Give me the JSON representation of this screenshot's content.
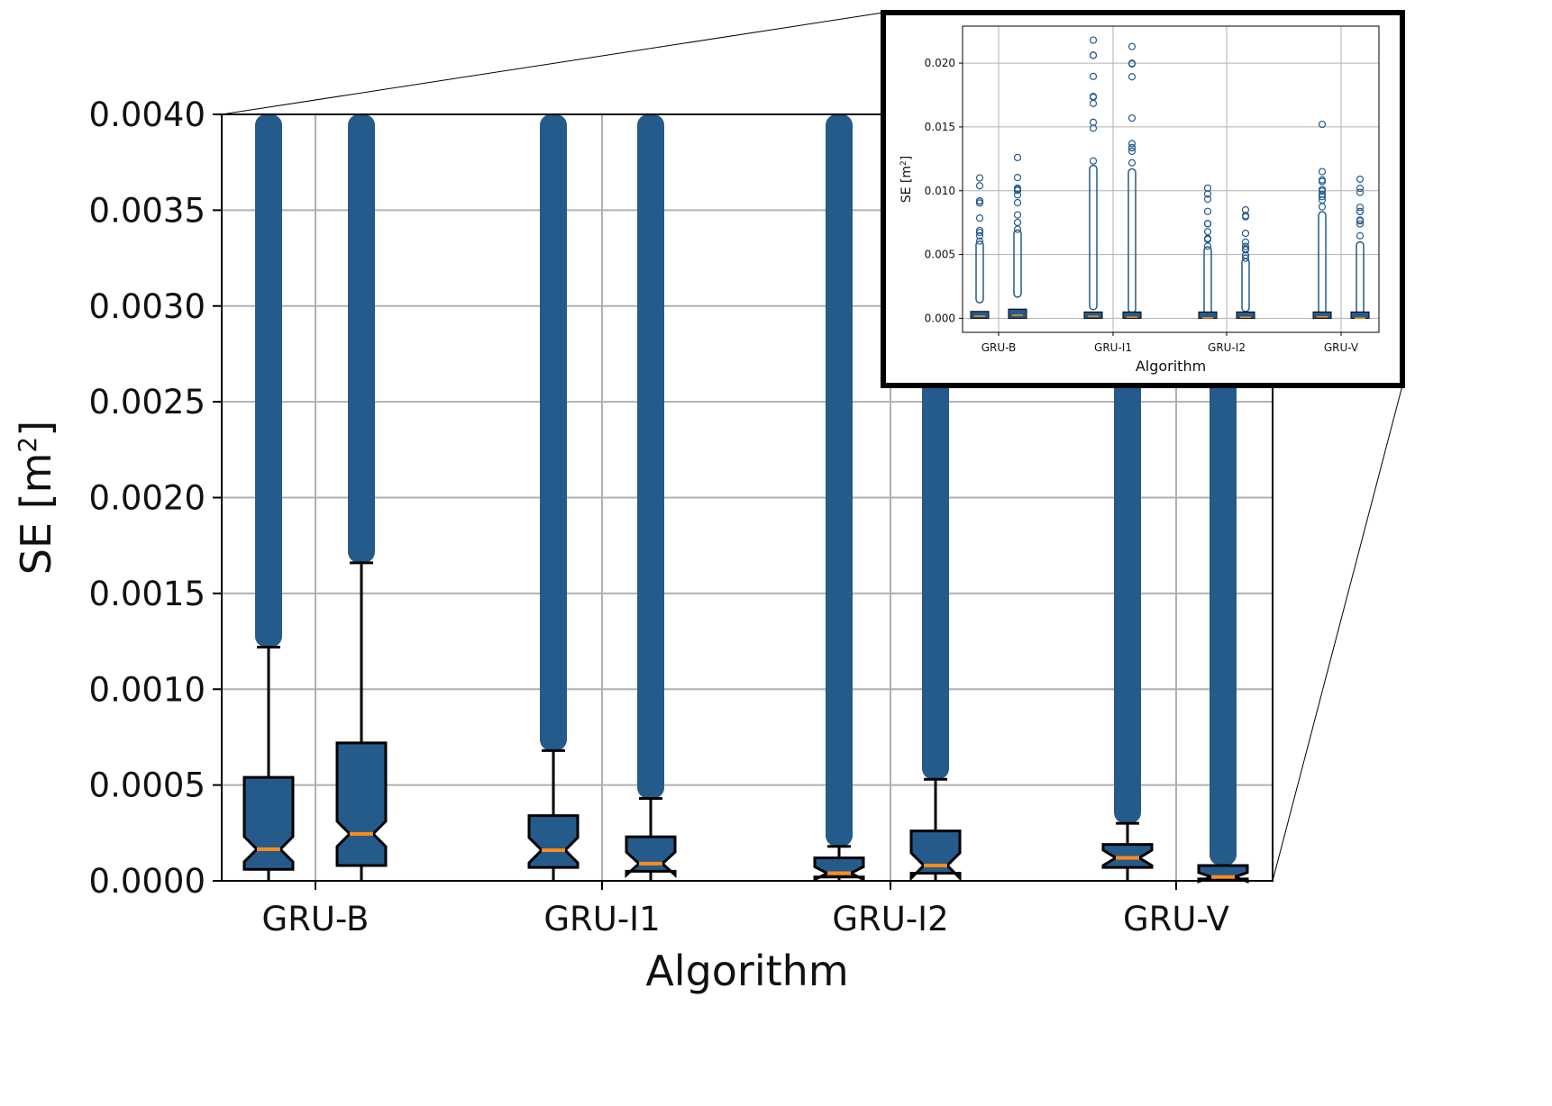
{
  "chart_data": [
    {
      "type": "box",
      "panel": "main",
      "xlabel": "Algorithm",
      "ylabel": "SE [m",
      "ylabel_sup": "2",
      "ylabel_end": "]",
      "ylim": [
        0,
        0.004
      ],
      "yticks": [
        "0.0000",
        "0.0005",
        "0.0010",
        "0.0015",
        "0.0020",
        "0.0025",
        "0.0030",
        "0.0035",
        "0.0040"
      ],
      "ytick_values": [
        0,
        0.0005,
        0.001,
        0.0015,
        0.002,
        0.0025,
        0.003,
        0.0035,
        0.004
      ],
      "categories": [
        "GRU-B",
        "GRU-I1",
        "GRU-I2",
        "GRU-V"
      ],
      "grid": true,
      "boxes": [
        {
          "group": "GRU-B",
          "q1": 6e-05,
          "median": 0.000165,
          "q3": 0.00054,
          "whisker_low": 0.0,
          "whisker_high": 0.00122,
          "outlier_min": 0.00122,
          "outlier_max": 0.011
        },
        {
          "group": "GRU-B",
          "q1": 8e-05,
          "median": 0.000245,
          "q3": 0.00072,
          "whisker_low": 0.0,
          "whisker_high": 0.00166,
          "outlier_min": 0.00166,
          "outlier_max": 0.0126
        },
        {
          "group": "GRU-I1",
          "q1": 7e-05,
          "median": 0.00016,
          "q3": 0.00034,
          "whisker_low": 0.0,
          "whisker_high": 0.00068,
          "outlier_min": 0.00068,
          "outlier_max": 0.0218
        },
        {
          "group": "GRU-I1",
          "q1": 5e-05,
          "median": 9e-05,
          "q3": 0.00023,
          "whisker_low": 0.0,
          "whisker_high": 0.00043,
          "outlier_min": 0.00043,
          "outlier_max": 0.0213
        },
        {
          "group": "GRU-I2",
          "q1": 2e-05,
          "median": 4e-05,
          "q3": 0.00012,
          "whisker_low": 0.0,
          "whisker_high": 0.00018,
          "outlier_min": 0.00018,
          "outlier_max": 0.0102
        },
        {
          "group": "GRU-I2",
          "q1": 4e-05,
          "median": 8e-05,
          "q3": 0.00026,
          "whisker_low": 0.0,
          "whisker_high": 0.00053,
          "outlier_min": 0.00053,
          "outlier_max": 0.0085
        },
        {
          "group": "GRU-V",
          "q1": 7e-05,
          "median": 0.00012,
          "q3": 0.00019,
          "whisker_low": 0.0,
          "whisker_high": 0.0003,
          "outlier_min": 0.0003,
          "outlier_max": 0.0152
        },
        {
          "group": "GRU-V",
          "q1": 1e-05,
          "median": 2e-05,
          "q3": 8e-05,
          "whisker_low": 0.0,
          "whisker_high": 8e-05,
          "outlier_min": 8e-05,
          "outlier_max": 0.0109
        }
      ]
    },
    {
      "type": "box",
      "panel": "inset",
      "xlabel": "Algorithm",
      "ylabel": "SE [m",
      "ylabel_sup": "2",
      "ylabel_end": "]",
      "ylim": [
        -0.0011,
        0.0229
      ],
      "yticks": [
        "0.000",
        "0.005",
        "0.010",
        "0.015",
        "0.020"
      ],
      "ytick_values": [
        0,
        0.005,
        0.01,
        0.015,
        0.02
      ],
      "categories": [
        "GRU-B",
        "GRU-I1",
        "GRU-I2",
        "GRU-V"
      ],
      "grid": true
    }
  ],
  "colors": {
    "box_fill": "#255b8a",
    "median": "#ff8c1a",
    "grid": "#b0b0b0",
    "frame": "#000000"
  }
}
